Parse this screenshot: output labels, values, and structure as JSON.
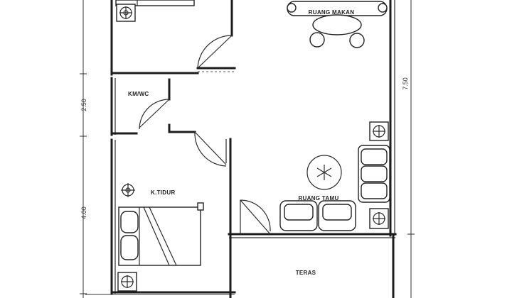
{
  "rooms": {
    "ruang_tamu": "RUANG TAMU",
    "ruang_makan": "RUANG MAKAN",
    "kamar_mandi": "KM/WC",
    "kamar_tidur": "K.TIDUR",
    "teras": "TERAS"
  },
  "dimensions": {
    "left_upper": "2.50",
    "left_lower": "4.00",
    "right": "7.50"
  },
  "colors": {
    "line": "#1c1c1c",
    "paper": "#ffffff"
  }
}
